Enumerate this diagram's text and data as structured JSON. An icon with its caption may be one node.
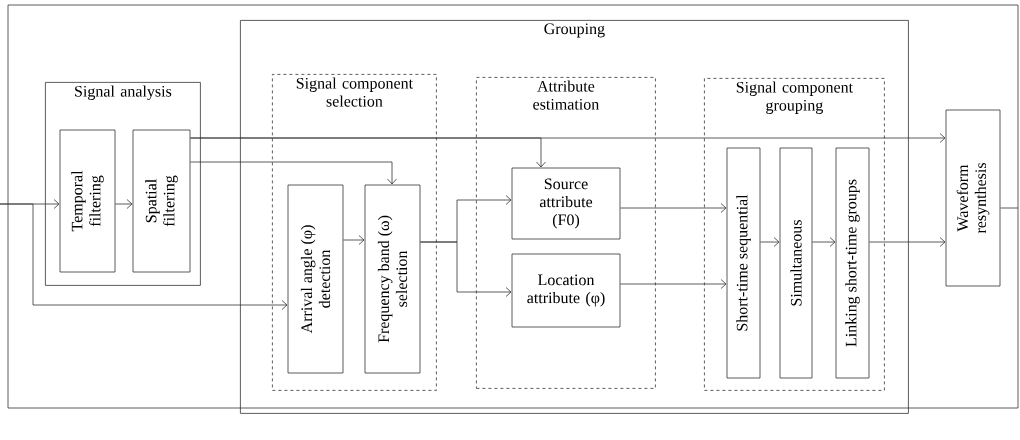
{
  "diagram": {
    "nodes": [
      {
        "text": [
          "Signal analysis"
        ]
      },
      {
        "text": [
          "Temporal filtering"
        ],
        "in": 0
      },
      {
        "text": [
          "Spatial filtering"
        ],
        "in": 0
      },
      {
        "text": [
          "Grouping"
        ]
      },
      {
        "text": [
          "Signal component selection"
        ],
        "in": 3
      },
      {
        "text": [
          "Arrival angle (φ) detection"
        ],
        "in": 4
      },
      {
        "text": [
          "Frequency band (ω) selection"
        ],
        "in": 4
      },
      {
        "text": [
          "Attribute estimation"
        ],
        "in": 3
      },
      {
        "text": [
          "Source attribute (F0)"
        ],
        "in": 7
      },
      {
        "text": [
          "Location attribute (φ)"
        ],
        "in": 7
      },
      {
        "text": [
          "Signal component grouping"
        ],
        "in": 3
      },
      {
        "text": [
          "Short-time sequential"
        ],
        "in": 10
      },
      {
        "text": [
          "Simultaneous"
        ],
        "in": 10
      },
      {
        "text": [
          "Linking short-time groups"
        ],
        "in": 10
      },
      {
        "text": [
          "Waveform resynthesis"
        ]
      }
    ],
    "edges": [
      {
        "from": null,
        "to": 1,
        "arrow": "to"
      },
      {
        "from": 1,
        "to": 2,
        "arrow": "to"
      },
      {
        "from": null,
        "to": 5,
        "arrow": "to"
      },
      {
        "from": 2,
        "to": 14,
        "arrow": "to"
      },
      {
        "from": 2,
        "to": 8,
        "arrow": "to"
      },
      {
        "from": 2,
        "to": 6,
        "arrow": "to"
      },
      {
        "from": 5,
        "to": 6,
        "arrow": "to"
      },
      {
        "from": 6,
        "to": 8,
        "arrow": "to"
      },
      {
        "from": 6,
        "to": 9,
        "arrow": "to"
      },
      {
        "from": 8,
        "to": 11,
        "arrow": "to"
      },
      {
        "from": 9,
        "to": 11,
        "arrow": "to"
      },
      {
        "from": 11,
        "to": 12,
        "arrow": "to"
      },
      {
        "from": 12,
        "to": 13,
        "arrow": "to"
      },
      {
        "from": 13,
        "to": 14,
        "arrow": "to"
      },
      {
        "from": 14,
        "to": null,
        "arrow": "none"
      }
    ]
  }
}
